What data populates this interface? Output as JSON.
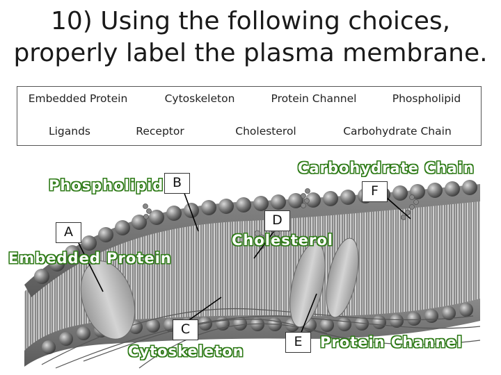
{
  "title_line1": "10) Using the following choices,",
  "title_line2": "properly label the plasma membrane.",
  "choices": [
    "Embedded Protein",
    "Cytoskeleton",
    "Protein Channel",
    "Phospholipid",
    "Ligands",
    "Receptor",
    "Cholesterol",
    "Carbohydrate Chain"
  ],
  "labels": {
    "A": {
      "letter": "A",
      "answer": "Embedded Protein"
    },
    "B": {
      "letter": "B",
      "answer": "Phospholipid"
    },
    "C": {
      "letter": "C",
      "answer": "Cytoskeleton"
    },
    "D": {
      "letter": "D",
      "answer": "Cholesterol"
    },
    "E": {
      "letter": "E",
      "answer": "Protein Channel"
    },
    "F": {
      "letter": "F",
      "answer": "Carbohydrate Chain"
    }
  },
  "colors": {
    "answer_outline": "#2d7a16",
    "answer_fill": "#ffffff",
    "membrane_head": "#6b6b6b",
    "protein": "#c8c8c8"
  }
}
